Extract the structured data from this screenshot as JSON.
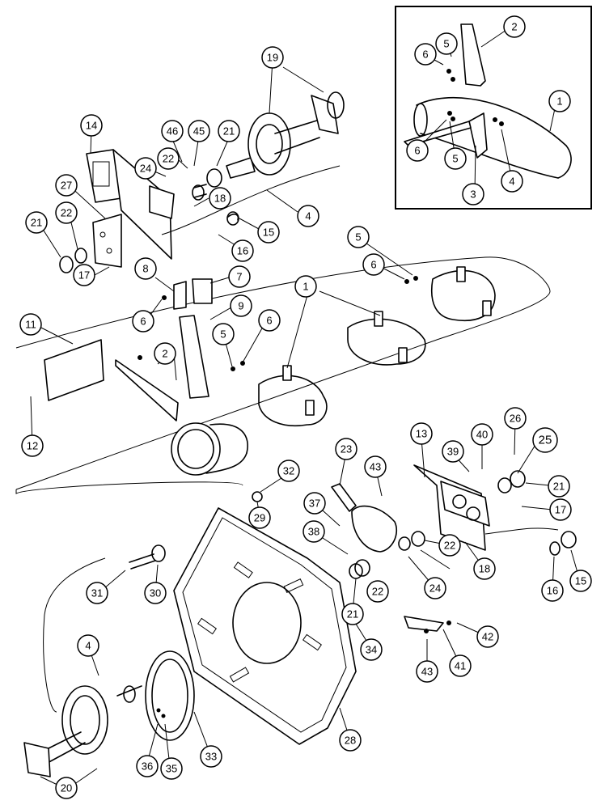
{
  "callouts": {
    "c1a": "1",
    "c2a": "2",
    "c3": "3",
    "c4a": "4",
    "c5a": "5",
    "c5b": "5",
    "c6a": "6",
    "c6b": "6",
    "c19": "19",
    "c14": "14",
    "c46": "46",
    "c45": "45",
    "c21a": "21",
    "c24a": "24",
    "c22a": "22",
    "c27": "27",
    "c18a": "18",
    "c4b": "4",
    "c15a": "15",
    "c16a": "16",
    "c21b": "21",
    "c22b": "22",
    "c17a": "17",
    "c8": "8",
    "c7": "7",
    "c9": "9",
    "c6c": "6",
    "c6d": "6",
    "c5c": "5",
    "c11": "11",
    "c2b": "2",
    "c12": "12",
    "c5d": "5",
    "c6e": "6",
    "c1b": "1",
    "c13": "13",
    "c39": "39",
    "c40": "40",
    "c26": "26",
    "c25": "25",
    "c23": "23",
    "c43a": "43",
    "c21c": "21",
    "c17b": "17",
    "c32": "32",
    "c29": "29",
    "c37": "37",
    "c38": "38",
    "c22c": "22",
    "c18b": "18",
    "c24b": "24",
    "c22d": "22",
    "c16b": "16",
    "c15b": "15",
    "c31": "31",
    "c30": "30",
    "c21d": "21",
    "c34": "34",
    "c42": "42",
    "c41": "41",
    "c43b": "43",
    "c4c": "4",
    "c33": "33",
    "c28": "28",
    "c20": "20",
    "c36": "36",
    "c35": "35"
  }
}
